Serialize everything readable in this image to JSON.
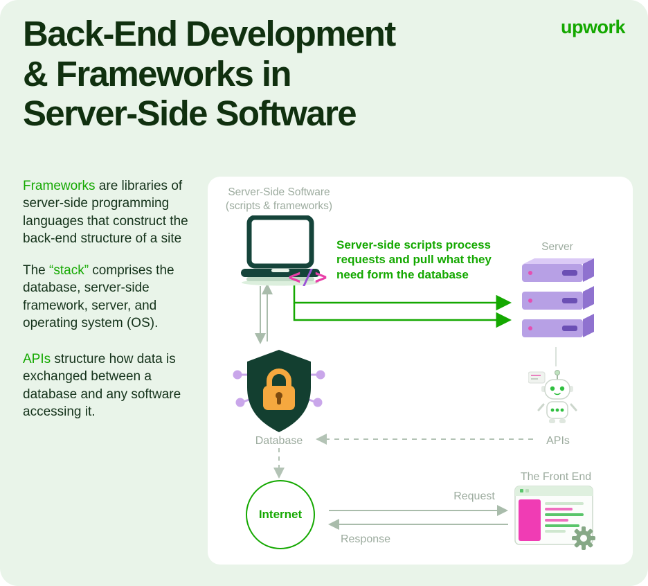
{
  "header": {
    "title_lines": [
      "Back-End Development",
      "& Frameworks in",
      "Server-Side Software"
    ],
    "logo_text": "upwork"
  },
  "sidebar": {
    "para1": {
      "highlight": "Frameworks",
      "rest": " are libraries of server-side programming languages that construct the back-end structure of a site"
    },
    "para2": {
      "pre": "The ",
      "highlight": "“stack”",
      "rest": " comprises the database, server-side framework, server, and operating system (OS)."
    },
    "para3": {
      "highlight": "APIs",
      "rest": " structure how data is exchanged between a database and any software accessing it."
    }
  },
  "diagram": {
    "server_side_label_line1": "Server-Side Software",
    "server_side_label_line2": "(scripts & frameworks)",
    "annotation": "Server-side scripts process requests and pull what they need form the database",
    "server_label": "Server",
    "database_label": "Database",
    "apis_label": "APIs",
    "internet_label": "Internet",
    "front_end_label": "The Front End",
    "request_label": "Request",
    "response_label": "Response"
  },
  "icons": {
    "code_glyph_left": "<",
    "code_glyph_slash": "/",
    "code_glyph_right": ">",
    "laptop-code-icon": "laptop with code brackets",
    "server-icon": "purple server stack",
    "shield-lock-icon": "shield with padlock (database)",
    "robot-icon": "API robot",
    "globe-icon": "internet circle",
    "browser-icon": "front-end window",
    "gear-icon": "gear"
  },
  "colors": {
    "background_mint": "#e9f4e9",
    "accent_green": "#14a800",
    "dark_green": "#10300f",
    "label_gray": "#9cab9e",
    "purple": "#b7a0e5",
    "pink": "#e83fa8",
    "orange": "#f5a83f"
  }
}
